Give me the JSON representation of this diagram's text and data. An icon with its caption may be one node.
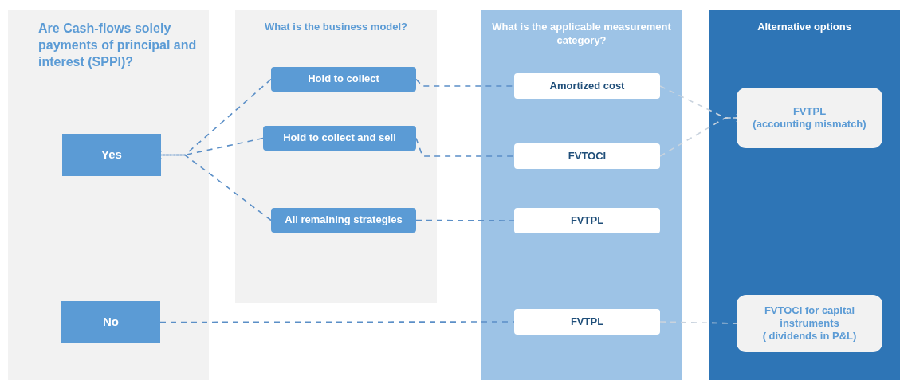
{
  "diagram": {
    "nodes": [
      {
        "text": [
          "Are Cash-flows solely payments of principal and interest (SPPI)?"
        ]
      },
      {
        "text": [
          "Yes"
        ],
        "in": 0
      },
      {
        "text": [
          "No"
        ],
        "in": 0
      },
      {
        "text": [
          "What is the business model?"
        ]
      },
      {
        "text": [
          "Hold to collect"
        ],
        "in": 3
      },
      {
        "text": [
          "Hold to collect and sell"
        ],
        "in": 3
      },
      {
        "text": [
          "All remaining strategies"
        ],
        "in": 3
      },
      {
        "text": [
          "What is the applicable measurement category?"
        ]
      },
      {
        "text": [
          "Amortized cost"
        ],
        "in": 7
      },
      {
        "text": [
          "FVTOCI"
        ],
        "in": 7
      },
      {
        "text": [
          "FVTPL"
        ],
        "in": 7
      },
      {
        "text": [
          "FVTPL"
        ],
        "in": 7
      },
      {
        "text": [
          "Alternative options"
        ]
      },
      {
        "text": [
          "FVTPL",
          "(accounting mismatch)"
        ],
        "in": 12
      },
      {
        "text": [
          "FVTOCI for capital instruments",
          "( dividends in P&L)"
        ],
        "in": 12
      }
    ],
    "edges": [
      {
        "from": 4,
        "to": 1,
        "arrow": "to",
        "style": "dashed"
      },
      {
        "from": 5,
        "to": 1,
        "arrow": "to",
        "style": "dashed"
      },
      {
        "from": 6,
        "to": 1,
        "arrow": "to",
        "style": "dashed"
      },
      {
        "from": 4,
        "to": 8,
        "arrow": "none",
        "style": "dashed"
      },
      {
        "from": 5,
        "to": 9,
        "arrow": "none",
        "style": "dashed"
      },
      {
        "from": 6,
        "to": 10,
        "arrow": "none",
        "style": "dashed"
      },
      {
        "from": 2,
        "to": 11,
        "arrow": "none",
        "style": "dashed"
      },
      {
        "from": 8,
        "to": 13,
        "arrow": "to",
        "style": "dashed",
        "color": "#c9d3de"
      },
      {
        "from": 9,
        "to": 13,
        "arrow": "to",
        "style": "dashed",
        "color": "#c9d3de"
      },
      {
        "from": 11,
        "to": 14,
        "arrow": "none",
        "style": "dashed",
        "color": "#c9d3de"
      }
    ]
  }
}
